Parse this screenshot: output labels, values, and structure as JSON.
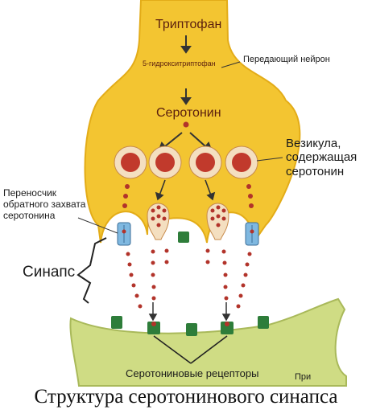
{
  "labels": {
    "tryptophan": "Триптофан",
    "hydroxy": "5-гидрокситриптофан",
    "serotonin": "Серотонин",
    "transmitting_neuron": "Передающий нейрон",
    "vesicle": [
      "Везикула,",
      "содержащая",
      "серотонин"
    ],
    "reuptake": [
      "Переносчик",
      "обратного захвата",
      "серотонина"
    ],
    "synapse": "Синапс",
    "receptors": "Серотониновые рецепторы",
    "receiving_cut": "При"
  },
  "caption": "Структура серотонинового синапса",
  "colors": {
    "presynaptic": "#f3c531",
    "presynaptic_edge": "#e3ac18",
    "postsynaptic": "#cfdc84",
    "postsynaptic_edge": "#a9b95a",
    "vesicle_fill": "#f4dfc0",
    "serotonin_dot": "#b2332a",
    "receptor": "#2e7d3a",
    "transporter": "#7fb8e0"
  }
}
